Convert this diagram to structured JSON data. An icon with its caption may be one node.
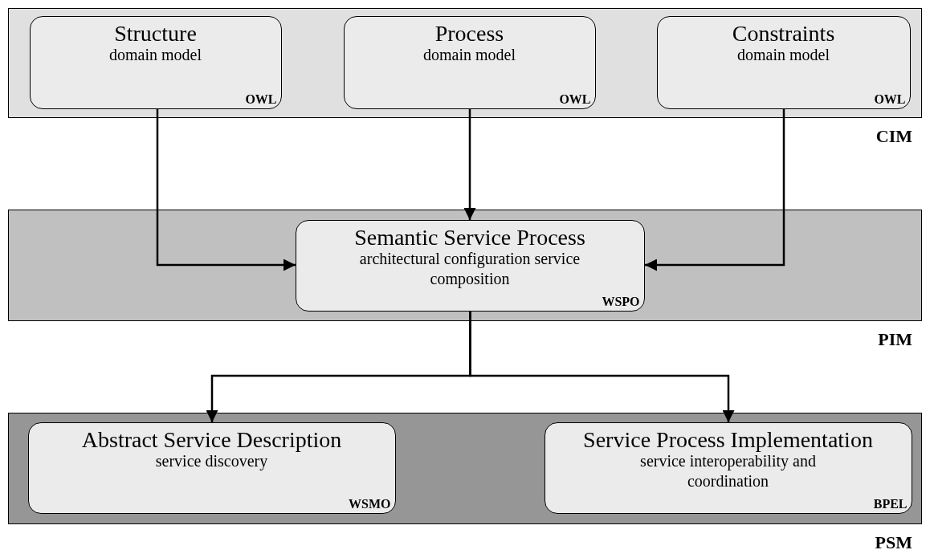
{
  "diagram": {
    "nodes": [
      {
        "text": [
          "CIM"
        ]
      },
      {
        "text": [
          "Structure",
          "domain model",
          "OWL"
        ],
        "in": 0
      },
      {
        "text": [
          "Process",
          "domain model",
          "OWL"
        ],
        "in": 0
      },
      {
        "text": [
          "Constraints",
          "domain model",
          "OWL"
        ],
        "in": 0
      },
      {
        "text": [
          "PIM"
        ]
      },
      {
        "text": [
          "Semantic Service Process",
          "architectural configuration service composition",
          "WSPO"
        ],
        "in": 4
      },
      {
        "text": [
          "PSM"
        ]
      },
      {
        "text": [
          "Abstract Service Description",
          "service discovery",
          "WSMO"
        ],
        "in": 6
      },
      {
        "text": [
          "Service Process Implementation",
          "service interoperability and coordination",
          "BPEL"
        ],
        "in": 6
      }
    ],
    "edges": [
      {
        "from": 1,
        "to": 5,
        "arrow": "to"
      },
      {
        "from": 2,
        "to": 5,
        "arrow": "to"
      },
      {
        "from": 3,
        "to": 5,
        "arrow": "to"
      },
      {
        "from": 5,
        "to": 7,
        "arrow": "to"
      },
      {
        "from": 5,
        "to": 8,
        "arrow": "to"
      }
    ]
  }
}
